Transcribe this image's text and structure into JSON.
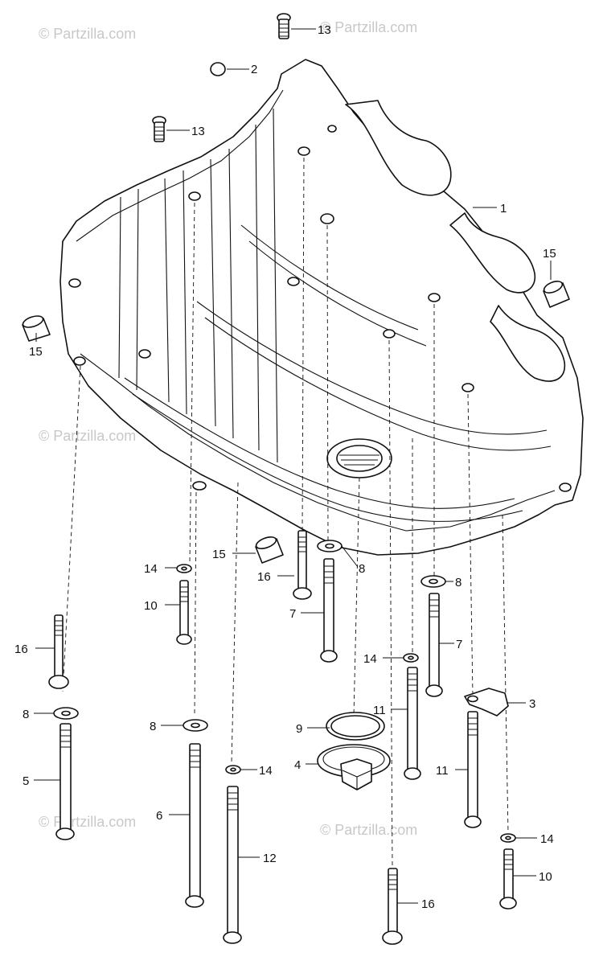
{
  "watermark": {
    "text": "© Partzilla.com"
  },
  "callouts": [
    {
      "id": "c13a",
      "number": "13"
    },
    {
      "id": "c2",
      "number": "2"
    },
    {
      "id": "c13b",
      "number": "13"
    },
    {
      "id": "c1",
      "number": "1"
    },
    {
      "id": "c15a",
      "number": "15"
    },
    {
      "id": "c15b",
      "number": "15"
    },
    {
      "id": "c15c",
      "number": "15"
    },
    {
      "id": "c8a",
      "number": "8"
    },
    {
      "id": "c14a",
      "number": "14"
    },
    {
      "id": "c16a",
      "number": "16"
    },
    {
      "id": "c8b",
      "number": "8"
    },
    {
      "id": "c10a",
      "number": "10"
    },
    {
      "id": "c7a",
      "number": "7"
    },
    {
      "id": "c7b",
      "number": "7"
    },
    {
      "id": "c16b",
      "number": "16"
    },
    {
      "id": "c14b",
      "number": "14"
    },
    {
      "id": "c3",
      "number": "3"
    },
    {
      "id": "c8c",
      "number": "8"
    },
    {
      "id": "c11a",
      "number": "11"
    },
    {
      "id": "c9",
      "number": "9"
    },
    {
      "id": "c8d",
      "number": "8"
    },
    {
      "id": "c11b",
      "number": "11"
    },
    {
      "id": "c4",
      "number": "4"
    },
    {
      "id": "c14c",
      "number": "14"
    },
    {
      "id": "c5",
      "number": "5"
    },
    {
      "id": "c6",
      "number": "6"
    },
    {
      "id": "c14d",
      "number": "14"
    },
    {
      "id": "c12",
      "number": "12"
    },
    {
      "id": "c10b",
      "number": "10"
    },
    {
      "id": "c16c",
      "number": "16"
    }
  ]
}
